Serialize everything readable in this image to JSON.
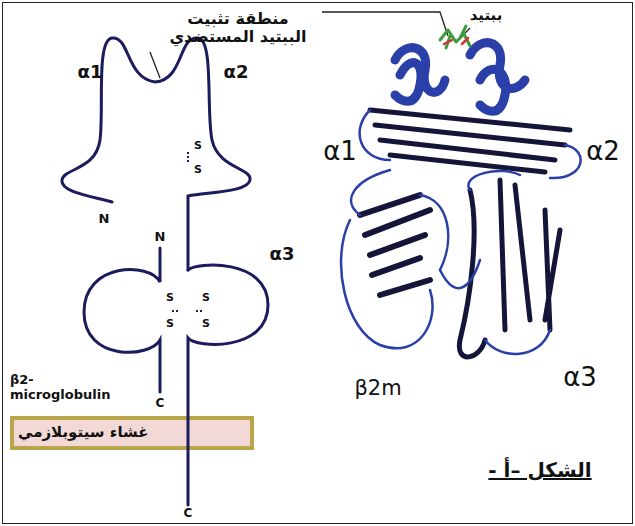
{
  "diagram": {
    "caption": "الشكل –أ -",
    "nodes": [
      {
        "text": [
          "غشاء سيتوبلازمي"
        ]
      }
    ],
    "labels": [
      "منطقة تثبيت الببتيد المستضدي",
      "ببتيد",
      "α1",
      "α2",
      "N",
      "S",
      "S",
      "N",
      "α3",
      "S",
      "S",
      "S",
      "S",
      "β2- microglobulin",
      "C",
      "C",
      "α1",
      "α2",
      "β2m",
      "α3"
    ]
  }
}
